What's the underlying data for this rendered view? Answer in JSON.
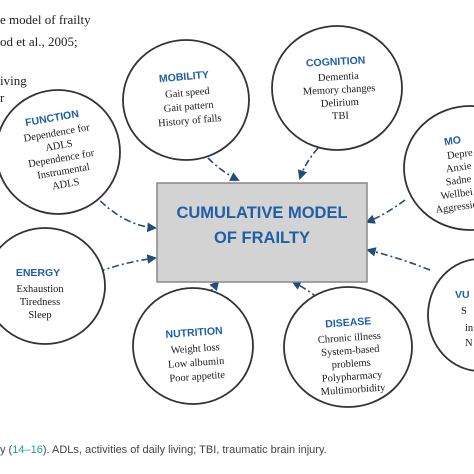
{
  "header_lines": [
    "e model of frailty",
    "od et al., 2005;",
    "",
    "iving",
    "r"
  ],
  "center": {
    "line1": "CUMULATIVE MODEL",
    "line2": "OF FRAILTY"
  },
  "nodes": {
    "function": {
      "title": "FUNCTION",
      "items": [
        "Dependence for",
        "ADLS",
        "Dependence for",
        "Instrumental",
        "ADLS"
      ]
    },
    "mobility": {
      "title": "MOBILITY",
      "items": [
        "Gait speed",
        "Gait pattern",
        "History of falls"
      ]
    },
    "cognition": {
      "title": "COGNITION",
      "items": [
        "Dementia",
        "Memory changes",
        "Delirium",
        "TBI"
      ]
    },
    "mood": {
      "title": "MO",
      "items": [
        "Depre",
        "Anxie",
        "Sadne",
        "Wellbei",
        "Aggressio"
      ]
    },
    "energy": {
      "title": "ENERGY",
      "items": [
        "Exhaustion",
        "Tiredness",
        "Sleep"
      ]
    },
    "nutrition": {
      "title": "NUTRITION",
      "items": [
        "Weight loss",
        "Low albumin",
        "Poor appetite"
      ]
    },
    "disease": {
      "title": "DISEASE",
      "items": [
        "Chronic illness",
        "System-based",
        "problems",
        "Polypharmacy",
        "Multimorbidity"
      ]
    },
    "vulnerability": {
      "title": "VU",
      "items": [
        "S",
        "in",
        "N"
      ]
    }
  },
  "caption": {
    "prefix": "y (",
    "refs": "14–16",
    "suffix": "). ADLs, activities of daily living; TBI, traumatic brain injury."
  },
  "colors": {
    "title": "#1f5fa8",
    "center_fill": "#d3d3d3",
    "arrow": "#1f4e79",
    "ref": "#1aa3b0"
  }
}
